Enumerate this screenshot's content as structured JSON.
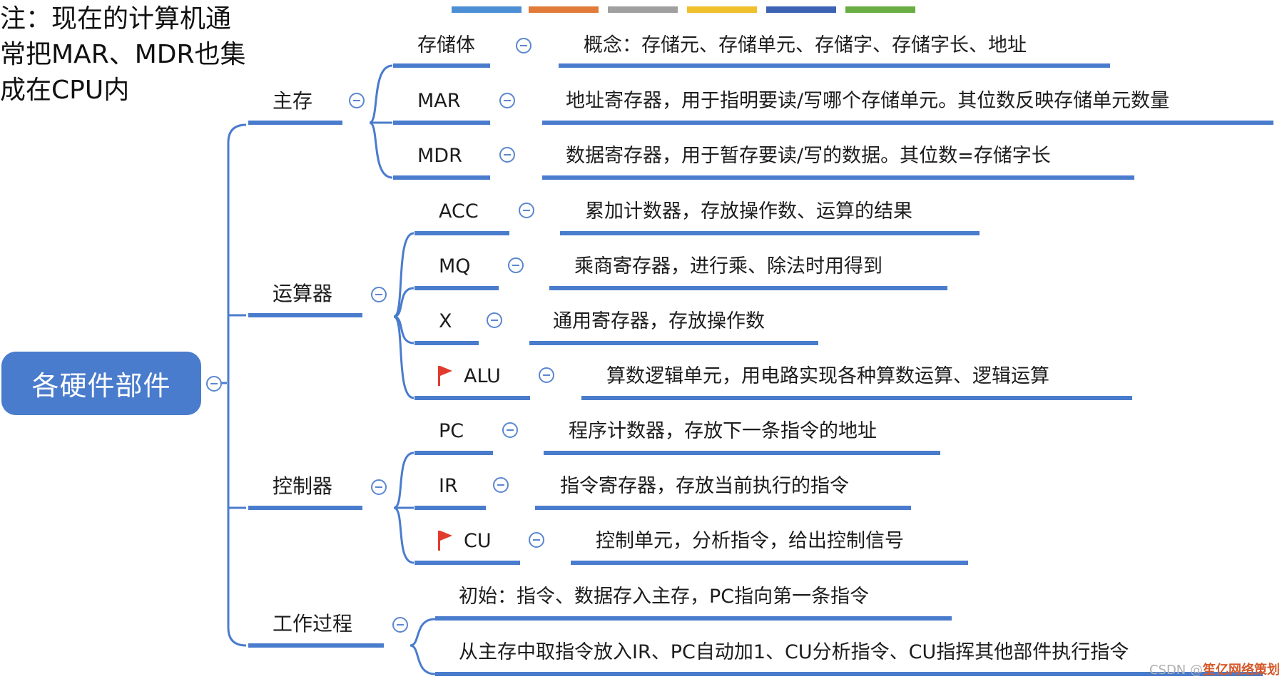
{
  "note": [
    "注：现在的计算机通",
    "常把MAR、MDR也集",
    "成在CPU内"
  ],
  "palette": [
    "#4c8fd4",
    "#e27a3a",
    "#a0a0a0",
    "#f0c12d",
    "#3e63b5",
    "#6aad45"
  ],
  "root": "各硬件部件",
  "branches": {
    "main_memory": {
      "label": "主存",
      "items": [
        {
          "term": "存储体",
          "desc": "概念：存储元、存储单元、存储字、存储字长、地址"
        },
        {
          "term": "MAR",
          "desc": "地址寄存器，用于指明要读/写哪个存储单元。其位数反映存储单元数量"
        },
        {
          "term": "MDR",
          "desc": "数据寄存器，用于暂存要读/写的数据。其位数=存储字长"
        }
      ]
    },
    "alu_unit": {
      "label": "运算器",
      "items": [
        {
          "term": "ACC",
          "desc": "累加计数器，存放操作数、运算的结果"
        },
        {
          "term": "MQ",
          "desc": "乘商寄存器，进行乘、除法时用得到"
        },
        {
          "term": "X",
          "desc": "通用寄存器，存放操作数"
        },
        {
          "term": "ALU",
          "desc": "算数逻辑单元，用电路实现各种算数运算、逻辑运算",
          "flag": true
        }
      ]
    },
    "controller": {
      "label": "控制器",
      "items": [
        {
          "term": "PC",
          "desc": "程序计数器，存放下一条指令的地址"
        },
        {
          "term": "IR",
          "desc": "指令寄存器，存放当前执行的指令"
        },
        {
          "term": "CU",
          "desc": "控制单元，分析指令，给出控制信号",
          "flag": true
        }
      ]
    },
    "process": {
      "label": "工作过程",
      "items": [
        {
          "desc": "初始：指令、数据存入主存，PC指向第一条指令"
        },
        {
          "desc": "从主存中取指令放入IR、PC自动加1、CU分析指令、CU指挥其他部件执行指令"
        }
      ]
    }
  },
  "watermark": {
    "prefix": "CSDN @",
    "name": "笙亿网络策划"
  },
  "colors": {
    "accent": "#4a7ccd",
    "flag": "#e23b2e"
  }
}
